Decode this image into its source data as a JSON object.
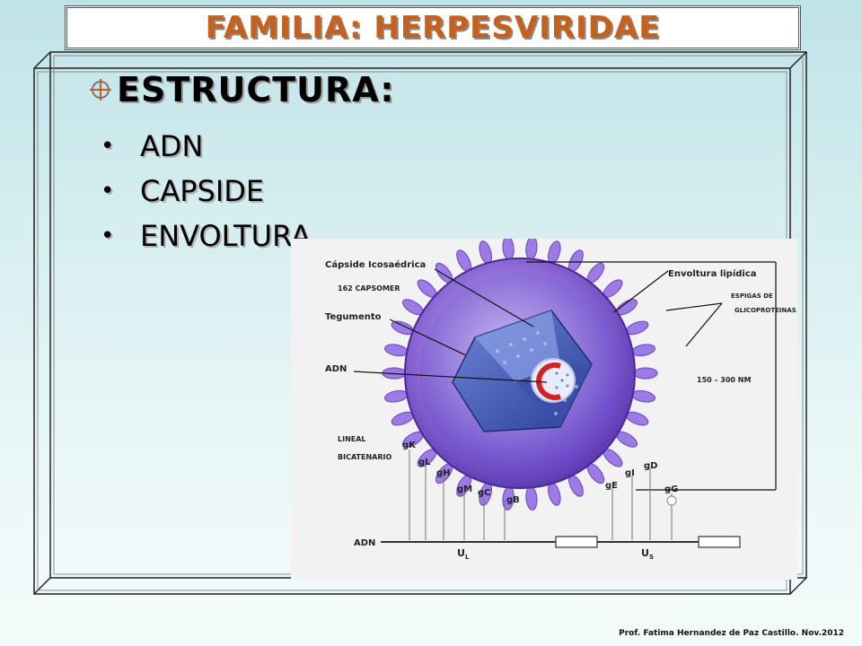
{
  "slide": {
    "title": "FAMILIA: HERPESVIRIDAE",
    "heading": "ESTRUCTURA:",
    "bullets": [
      {
        "label": "ADN"
      },
      {
        "label": "CAPSIDE"
      },
      {
        "label": "ENVOLTURA"
      }
    ],
    "footer": "Prof. Fatima Hernandez de Paz Castillo. Nov.2012"
  },
  "diagram": {
    "labels": {
      "capsid": "Cápside Icosaédrica",
      "capsomer": "162 CAPSOMER",
      "tegument": "Tegumento",
      "dna": "ADN",
      "lineal": "LINEAL",
      "bicatenario": "BICATENARIO",
      "envelope": "Envoltura lipídica",
      "spikes_1": "ESPIGAS DE",
      "spikes_2": "GLICOPROTEINAS",
      "size": "150 – 300 NM"
    },
    "glycoproteins": [
      "gK",
      "gL",
      "gH",
      "gM",
      "gC",
      "gB",
      "gE",
      "gI",
      "gD",
      "gG"
    ],
    "genome": {
      "label": "ADN",
      "ul": "U",
      "ul_sub": "L",
      "us": "U",
      "us_sub": "S"
    }
  },
  "colors": {
    "title": "#c8601a",
    "virus_purple": "#7a4fd0",
    "capsid_blue": "#3c5ab8",
    "dna_red": "#d82020"
  }
}
